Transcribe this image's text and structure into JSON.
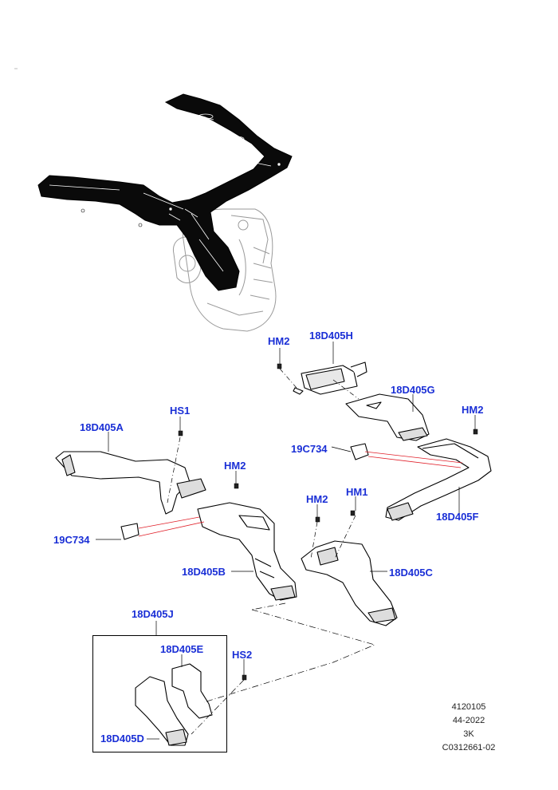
{
  "labels": {
    "hm2_top": "HM2",
    "d405h": "18D405H",
    "d405g": "18D405G",
    "hm2_right": "HM2",
    "c734_right": "19C734",
    "d405a": "18D405A",
    "hs1": "HS1",
    "hm2_mid": "HM2",
    "c734_left": "19C734",
    "d405f": "18D405F",
    "hm1": "HM1",
    "hm2_center": "HM2",
    "d405b": "18D405B",
    "d405c": "18D405C",
    "d405j": "18D405J",
    "d405e": "18D405E",
    "hs2": "HS2",
    "d405d": "18D405D"
  },
  "footer": {
    "line1": "4120105",
    "line2": "44-2022",
    "line3": "3K",
    "line4": "C0312661-02"
  },
  "colors": {
    "label": "#1a2fd6",
    "leader_red": "#e0202a"
  }
}
